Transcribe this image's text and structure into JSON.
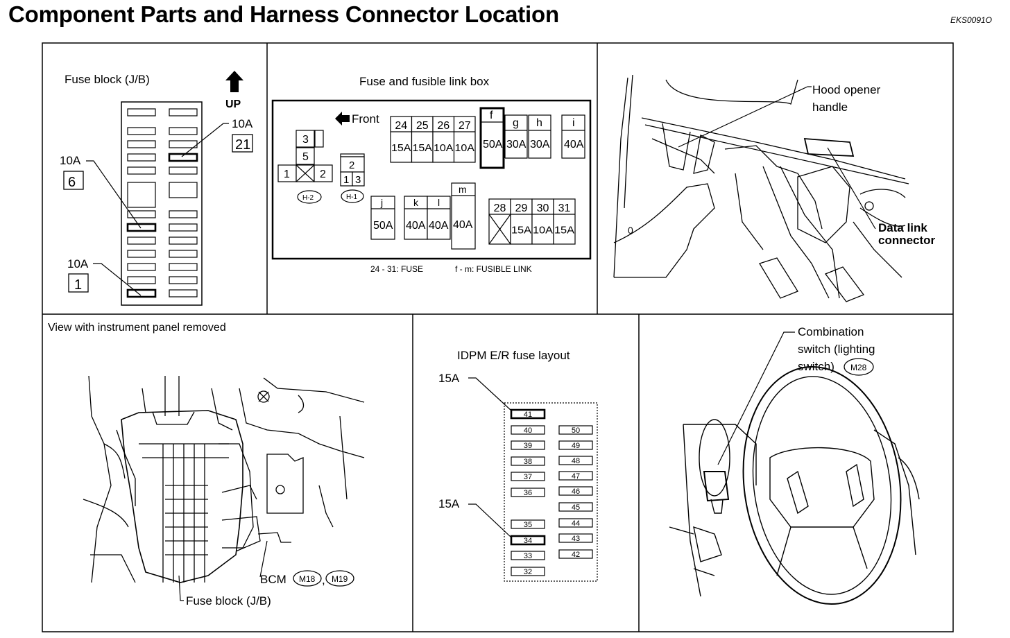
{
  "title": "Component Parts and Harness Connector Location",
  "doc_code": "EKS0091O",
  "panels": {
    "fuse_block": {
      "heading": "Fuse block (J/B)",
      "up_label": "UP",
      "callouts": [
        {
          "amp": "10A",
          "num": "21"
        },
        {
          "amp": "10A",
          "num": "6"
        },
        {
          "amp": "10A",
          "num": "1"
        }
      ]
    },
    "fusible_box": {
      "heading": "Fuse and fusible link box",
      "front_label": "Front",
      "relays": {
        "h2": "H-2",
        "h1": "H-1",
        "r3": "3",
        "r5": "5",
        "r1": "1",
        "r2": "2",
        "rb2": "2",
        "rb1": "1",
        "rb3": "3"
      },
      "fuses_top": [
        {
          "num": "24",
          "amp": "15A"
        },
        {
          "num": "25",
          "amp": "15A"
        },
        {
          "num": "26",
          "amp": "10A"
        },
        {
          "num": "27",
          "amp": "10A"
        }
      ],
      "links_top": [
        {
          "num": "f",
          "amp": "50A"
        },
        {
          "num": "g",
          "amp": "30A"
        },
        {
          "num": "h",
          "amp": "30A"
        },
        {
          "num": "i",
          "amp": "40A"
        }
      ],
      "links_bottom": [
        {
          "num": "j",
          "amp": "50A"
        },
        {
          "num": "k",
          "amp": "40A"
        },
        {
          "num": "l",
          "amp": "40A"
        },
        {
          "num": "m",
          "amp": "40A"
        }
      ],
      "fuses_bottom": [
        {
          "num": "28",
          "amp": ""
        },
        {
          "num": "29",
          "amp": "15A"
        },
        {
          "num": "30",
          "amp": "10A"
        },
        {
          "num": "31",
          "amp": "15A"
        }
      ],
      "legend_fuse": "24 - 31: FUSE",
      "legend_link": "f - m: FUSIBLE LINK"
    },
    "hood": {
      "label_hood": [
        "Hood opener",
        "handle"
      ],
      "label_dlc": [
        "Data link",
        "connector"
      ]
    },
    "instrument": {
      "heading": "View with instrument panel removed",
      "bcm_label": "BCM",
      "bcm_conn1": "M18",
      "bcm_sep": ",",
      "bcm_conn2": "M19",
      "fuse_label": "Fuse block (J/B)"
    },
    "idpm": {
      "heading": "IDPM E/R fuse layout",
      "callout_top": "15A",
      "callout_mid": "15A",
      "left_column": [
        "41",
        "40",
        "39",
        "38",
        "37",
        "36",
        "35",
        "34",
        "33",
        "32"
      ],
      "right_column": [
        "50",
        "49",
        "48",
        "47",
        "46",
        "45",
        "44",
        "43",
        "42"
      ]
    },
    "combination": {
      "label": [
        "Combination",
        "switch (lighting",
        "switch)"
      ],
      "connector": "M28"
    }
  }
}
